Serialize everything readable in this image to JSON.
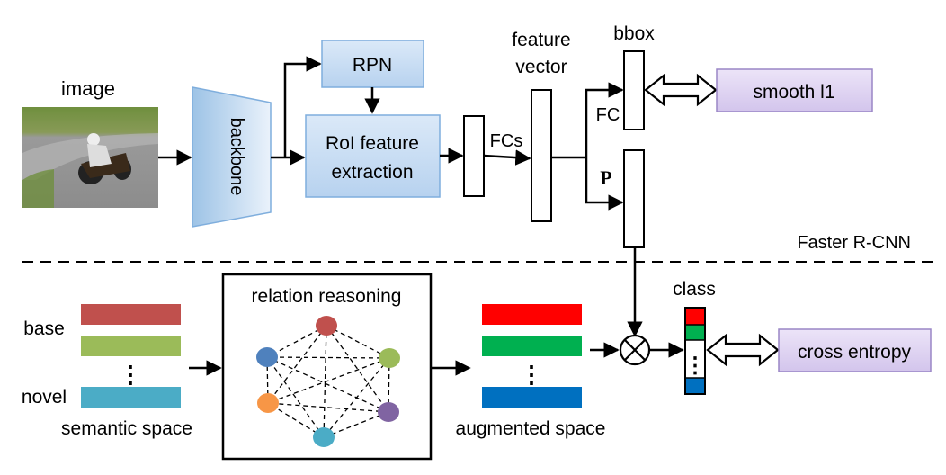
{
  "labels": {
    "image": "image",
    "backbone": "backbone",
    "rpn": "RPN",
    "roi_line1": "RoI feature",
    "roi_line2": "extraction",
    "fcs": "FCs",
    "feature_vector_line1": "feature",
    "feature_vector_line2": "vector",
    "bbox": "bbox",
    "fc": "FC",
    "p": "P",
    "smooth_l1": "smooth l1",
    "faster_rcnn": "Faster R-CNN",
    "class": "class",
    "cross_entropy": "cross entropy",
    "relation_reasoning": "relation reasoning",
    "base": "base",
    "novel": "novel",
    "semantic_space": "semantic space",
    "augmented_space": "augmented space",
    "vdots": "⋮"
  },
  "colors": {
    "box_blue": "#c6dcf5",
    "box_blue_border": "#7faedd",
    "box_purple": "#dcd0f0",
    "box_purple_border": "#9a86c6",
    "semantic_base1": "#c0504d",
    "semantic_base2": "#9bbb59",
    "semantic_novel": "#4bacc6",
    "aug1": "#ff0000",
    "aug2": "#00b050",
    "aug3": "#0070c0",
    "node_red": "#c0504d",
    "node_green": "#9bbb59",
    "node_purple": "#8064a2",
    "node_teal": "#4bacc6",
    "node_orange": "#f79646",
    "node_blue": "#4f81bd"
  }
}
